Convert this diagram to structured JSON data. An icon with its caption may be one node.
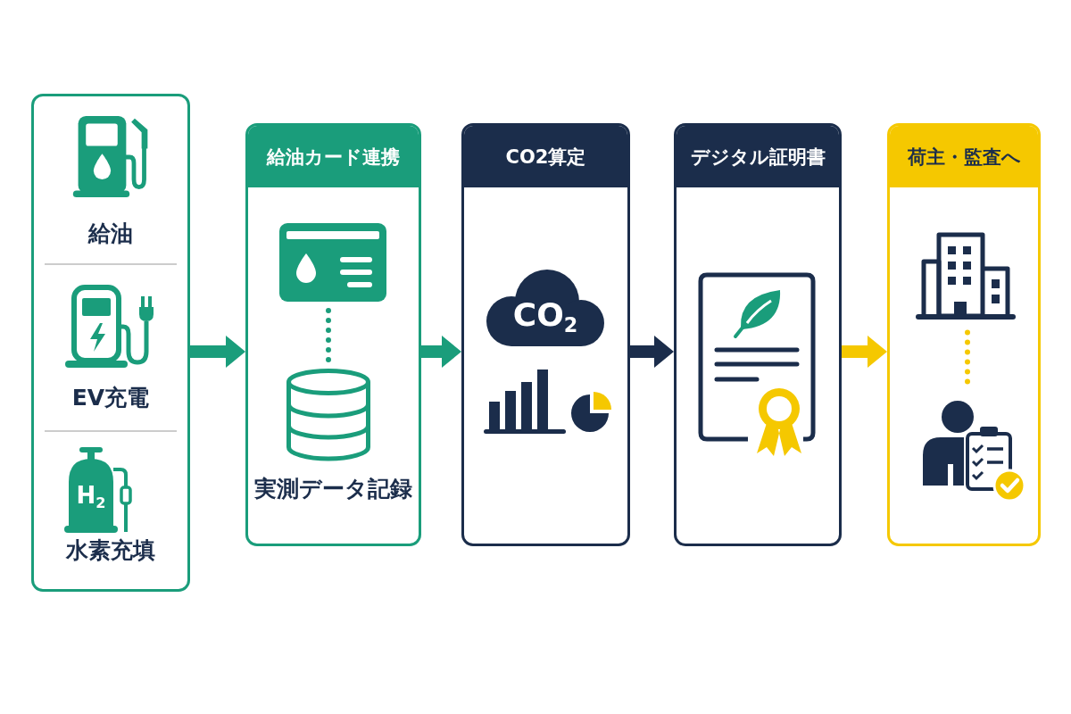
{
  "diagram": {
    "nodes": [
      {
        "text": [],
        "shape": "box"
      },
      {
        "text": [
          "給油"
        ],
        "in": 0
      },
      {
        "text": [
          "EV充電"
        ],
        "in": 0
      },
      {
        "text": [
          "水素充填"
        ],
        "in": 0
      },
      {
        "text": [
          "給油カード連携"
        ]
      },
      {
        "text": [],
        "shape": "picture",
        "in": 4
      },
      {
        "text": [],
        "shape": "cylinder",
        "in": 4,
        "beside": [
          "実測データ記録"
        ]
      },
      {
        "text": [
          "CO2算定"
        ]
      },
      {
        "text": [
          "CO$_{2}$"
        ],
        "in": 7
      },
      {
        "text": [
          "デジタル証明書"
        ]
      },
      {
        "text": [
          "荷主・監査へ"
        ]
      },
      {
        "text": [],
        "shape": "picture",
        "in": 10
      },
      {
        "text": [],
        "shape": "person",
        "in": 10
      }
    ],
    "edges": [
      {
        "from": 0,
        "to": 4,
        "arrow": "to"
      },
      {
        "from": 5,
        "to": 6,
        "arrow": "none",
        "style": "dashed"
      },
      {
        "from": 4,
        "to": 7,
        "arrow": "to"
      },
      {
        "from": 7,
        "to": 9,
        "arrow": "to",
        "color": "#1b2d4b"
      },
      {
        "from": 9,
        "to": 10,
        "arrow": "to",
        "color": "#f5c800"
      },
      {
        "from": 11,
        "to": 12,
        "arrow": "none",
        "style": "dashed",
        "color": "#f5c800"
      }
    ],
    "labels": [
      "H$_{2}$"
    ]
  }
}
